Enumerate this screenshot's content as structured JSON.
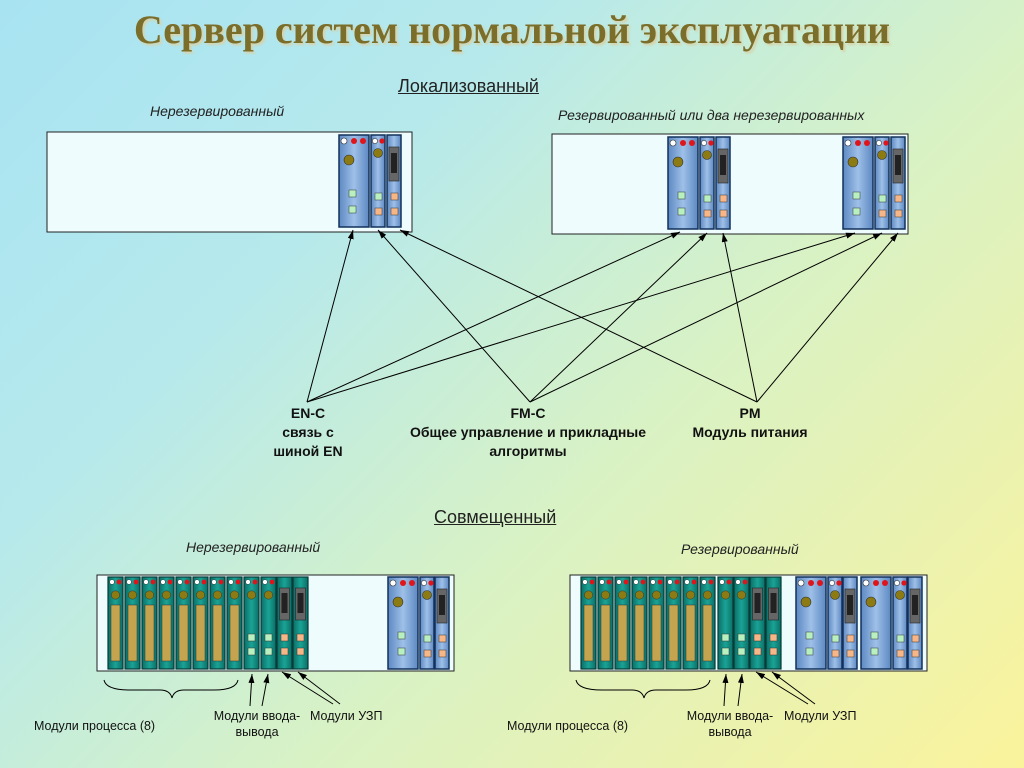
{
  "title": "Сервер систем нормальной эксплуатации",
  "localized": {
    "heading": "Локализованный",
    "nonredundant": "Нерезервированный",
    "redundant": "Резервированный или два нерезервированных"
  },
  "components": {
    "enc": {
      "code": "EN-C",
      "line1": "связь с",
      "line2": "шиной EN"
    },
    "fmc": {
      "code": "FM-C",
      "line1": "Общее управление и прикладные",
      "line2": "алгоритмы"
    },
    "pm": {
      "code": "PM",
      "line1": "Модуль питания"
    }
  },
  "combined": {
    "heading": "Совмещенный",
    "nonredundant": "Нерезервированный",
    "redundant": "Резервированный",
    "left_labels": {
      "process": "Модули процесса (8)",
      "io_line1": "Модули ввода-",
      "io_line2": "вывода",
      "uzp": "Модули УЗП"
    },
    "right_labels": {
      "process": "Модули процесса (8)",
      "io_line1": "Модули ввода-",
      "io_line2": "вывода",
      "uzp": "Модули УЗП"
    }
  },
  "colors": {
    "blue_module": "#7aa3d6",
    "teal_module": "#138c82",
    "chassis": "#eefcfe",
    "title": "#7b6d2a"
  }
}
